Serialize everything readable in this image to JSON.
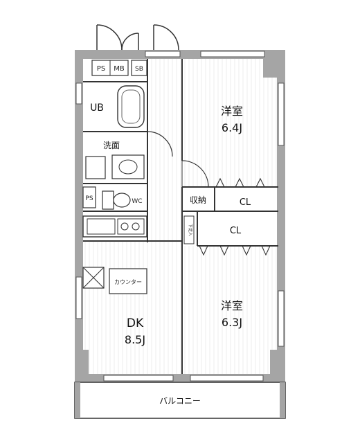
{
  "rooms": {
    "western_room_1": {
      "name": "洋室",
      "size": "6.4J"
    },
    "western_room_2": {
      "name": "洋室",
      "size": "6.3J"
    },
    "dining_kitchen": {
      "name": "DK",
      "size": "8.5J"
    },
    "unit_bath": "UB",
    "washroom": "洗面",
    "toilet": "WC",
    "storage": "収納",
    "closet_1": "CL",
    "closet_2": "CL",
    "balcony": "バルコニー"
  },
  "fixtures": {
    "ps_top": "PS",
    "mb": "MB",
    "sb": "SB",
    "ps_left": "PS",
    "counter": "カウンター",
    "shoe_box": "下足入"
  },
  "colors": {
    "wall": "#a5a5a5",
    "line": "#333333",
    "floor_stripe": "#e8e8e8"
  }
}
